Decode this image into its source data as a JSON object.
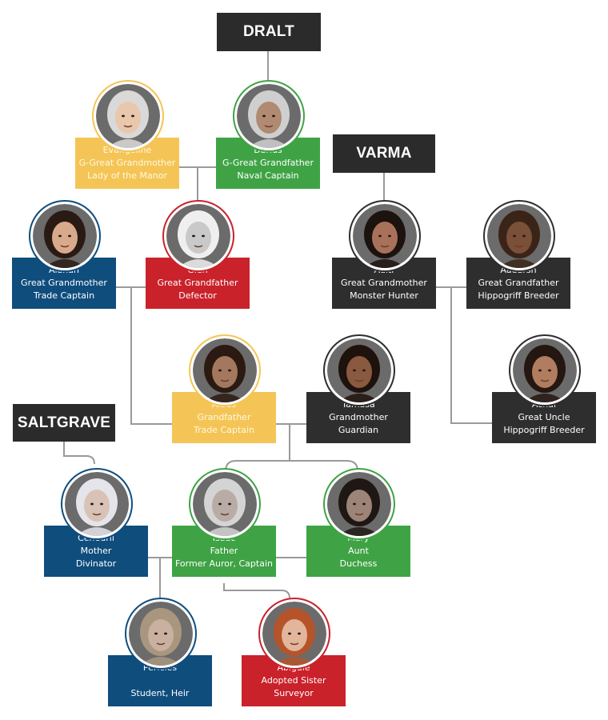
{
  "families": [
    {
      "id": "dralt",
      "label": "DRALT"
    },
    {
      "id": "varma",
      "label": "VARMA"
    },
    {
      "id": "saltgrave",
      "label": "SALTGRAVE"
    }
  ],
  "people": [
    {
      "id": "evangeline",
      "name": "Evangeline",
      "relation": "G-Great Grandmother",
      "role": "Lady of the Manor",
      "card_color": "#f4c556",
      "ring_color": "#f4c556",
      "skin": "#e8c7ad",
      "hair": "#d9d9d9"
    },
    {
      "id": "darius",
      "name": "Darius",
      "relation": "G-Great Grandfather",
      "role": "Naval Captain",
      "card_color": "#3fa345",
      "ring_color": "#3fa345",
      "skin": "#b08a72",
      "hair": "#cfcfcf"
    },
    {
      "id": "alanah",
      "name": "Alanah",
      "relation": "Great Grandmother",
      "role": "Trade Captain",
      "card_color": "#0f4d7d",
      "ring_color": "#0f4d7d",
      "skin": "#d9a98c",
      "hair": "#2a1a14"
    },
    {
      "id": "glen",
      "name": "Glen",
      "relation": "Great Grandfather",
      "role": "Defector",
      "card_color": "#c9222b",
      "ring_color": "#c9222b",
      "skin": "#c9c9c9",
      "hair": "#efefef"
    },
    {
      "id": "aditi",
      "name": "Aditi",
      "relation": "Great Grandmother",
      "role": "Monster Hunter",
      "card_color": "#2e2e2e",
      "ring_color": "#2e2e2e",
      "skin": "#a8725a",
      "hair": "#1c120e"
    },
    {
      "id": "aadarsh",
      "name": "Aadarsh",
      "relation": "Great Grandfather",
      "role": "Hippogriff Breeder",
      "card_color": "#2e2e2e",
      "ring_color": "#2e2e2e",
      "skin": "#7a5039",
      "hair": "#3a2418"
    },
    {
      "id": "albus",
      "name": "Albus",
      "relation": "Grandfather",
      "role": "Trade Captain",
      "card_color": "#f4c556",
      "ring_color": "#f4c556",
      "skin": "#a3785e",
      "hair": "#2a1a12"
    },
    {
      "id": "tamasa",
      "name": "Tamasa",
      "relation": "Grandmother",
      "role": "Guardian",
      "card_color": "#2e2e2e",
      "ring_color": "#2e2e2e",
      "skin": "#8a5a40",
      "hair": "#1e120c"
    },
    {
      "id": "achal",
      "name": "Achal",
      "relation": "Great Uncle",
      "role": "Hippogriff Breeder",
      "card_color": "#2e2e2e",
      "ring_color": "#2e2e2e",
      "skin": "#b07d60",
      "hair": "#241610"
    },
    {
      "id": "cenedril",
      "name": "Cenedril",
      "relation": "Mother",
      "role": "Divinator",
      "card_color": "#0f4d7d",
      "ring_color": "#0f4d7d",
      "skin": "#d8c2b6",
      "hair": "#e4e4ea"
    },
    {
      "id": "isaac",
      "name": "Isaac",
      "relation": "Father",
      "role": "Former Auror, Captain",
      "card_color": "#3fa345",
      "ring_color": "#3fa345",
      "skin": "#b9aca6",
      "hair": "#d4d4d4"
    },
    {
      "id": "mary",
      "name": "Mary",
      "relation": "Aunt",
      "role": "Duchess",
      "card_color": "#3fa345",
      "ring_color": "#3fa345",
      "skin": "#9c8478",
      "hair": "#1e1714"
    },
    {
      "id": "pericles",
      "name": "Pericles",
      "relation": "",
      "role": "Student, Heir",
      "card_color": "#0f4d7d",
      "ring_color": "#0f4d7d",
      "skin": "#c9b0a0",
      "hair": "#a8977e"
    },
    {
      "id": "abigale",
      "name": "Abigale",
      "relation": "Adopted Sister",
      "role": "Surveyor",
      "card_color": "#c9222b",
      "ring_color": "#c9222b",
      "skin": "#e3b59a",
      "hair": "#b5542a"
    }
  ]
}
